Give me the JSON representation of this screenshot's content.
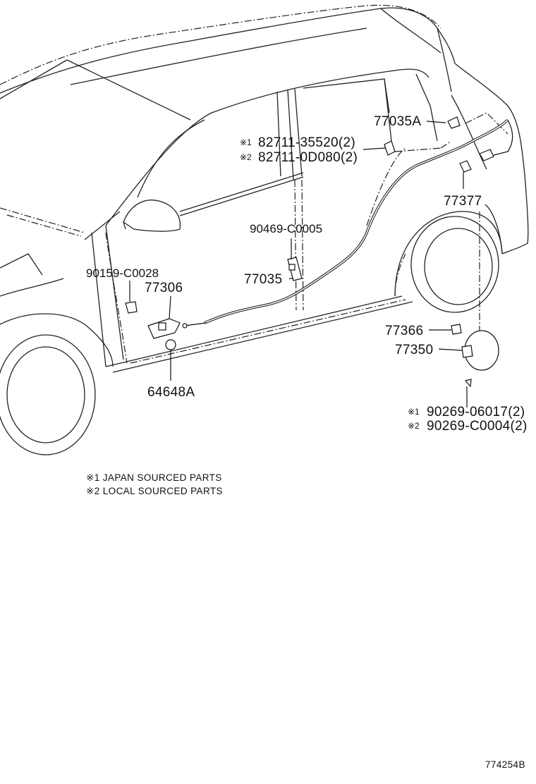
{
  "diagram": {
    "parts": {
      "p77035A": "77035A",
      "p82711_1": "82711-35520(2)",
      "p82711_2": "82711-0D080(2)",
      "p90469": "90469-C0005",
      "p77377": "77377",
      "p90159": "90159-C0028",
      "p77306": "77306",
      "p77035": "77035",
      "p77366": "77366",
      "p77350": "77350",
      "p64648A": "64648A",
      "p90269_1": "90269-06017(2)",
      "p90269_2": "90269-C0004(2)"
    },
    "marks": {
      "m1": "※1",
      "m2": "※2"
    },
    "notes": {
      "n1": "※1 JAPAN SOURCED PARTS",
      "n2": "※2 LOCAL SOURCED PARTS"
    },
    "diagram_id": "774254B"
  }
}
